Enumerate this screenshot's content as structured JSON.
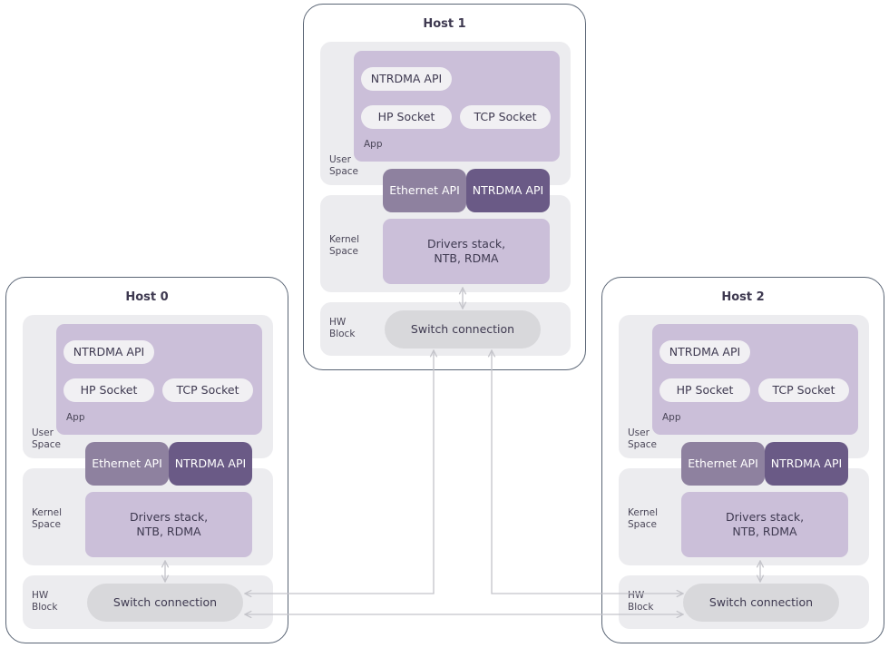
{
  "hosts": [
    {
      "title": "Host 0",
      "user_space_label": "User\nSpace",
      "kernel_space_label": "Kernel\nSpace",
      "hw_block_label": "HW\nBlock",
      "app_label": "App",
      "ntrdma_api_pill": "NTRDMA API",
      "hp_socket": "HP Socket",
      "tcp_socket": "TCP Socket",
      "ethernet_api": "Ethernet API",
      "ntrdma_api": "NTRDMA API",
      "drivers": "Drivers stack,\nNTB, RDMA",
      "switch": "Switch connection"
    },
    {
      "title": "Host 1",
      "user_space_label": "User\nSpace",
      "kernel_space_label": "Kernel\nSpace",
      "hw_block_label": "HW\nBlock",
      "app_label": "App",
      "ntrdma_api_pill": "NTRDMA API",
      "hp_socket": "HP Socket",
      "tcp_socket": "TCP Socket",
      "ethernet_api": "Ethernet API",
      "ntrdma_api": "NTRDMA API",
      "drivers": "Drivers stack,\nNTB, RDMA",
      "switch": "Switch connection"
    },
    {
      "title": "Host 2",
      "user_space_label": "User\nSpace",
      "kernel_space_label": "Kernel\nSpace",
      "hw_block_label": "HW\nBlock",
      "app_label": "App",
      "ntrdma_api_pill": "NTRDMA API",
      "hp_socket": "HP Socket",
      "tcp_socket": "TCP Socket",
      "ethernet_api": "Ethernet API",
      "ntrdma_api": "NTRDMA API",
      "drivers": "Drivers stack,\nNTB, RDMA",
      "switch": "Switch connection"
    }
  ],
  "colors": {
    "host_border": "#5a6575",
    "band_background": "#ececef",
    "app_background": "#cbbfd9",
    "ethernet_api": "#8e819f",
    "ntrdma_api": "#6a5a86",
    "switch": "#d8d8db",
    "connector": "#c4c4ca"
  }
}
